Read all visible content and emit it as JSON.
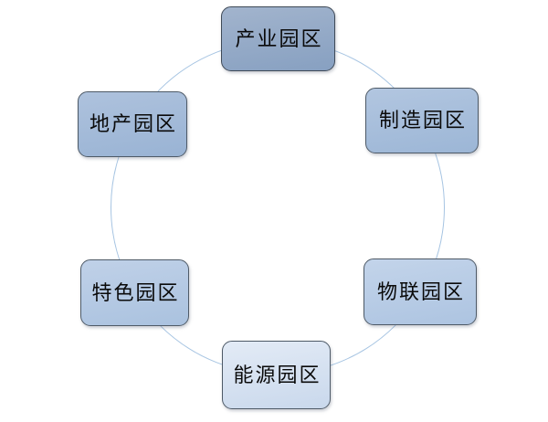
{
  "diagram": {
    "type": "cycle",
    "ring_color": "#a6c4e2",
    "nodes": [
      {
        "label": "产业园区",
        "position": "top",
        "fill_top": "#a2b4cd",
        "fill_bottom": "#87a0c1",
        "border": "#3f4a57"
      },
      {
        "label": "制造园区",
        "position": "top-right",
        "fill_top": "#b2c6e0",
        "fill_bottom": "#9cb6d6",
        "border": "#4e5a67"
      },
      {
        "label": "物联园区",
        "position": "bottom-right",
        "fill_top": "#c3d4ea",
        "fill_bottom": "#adc4e1",
        "border": "#4e5a67"
      },
      {
        "label": "能源园区",
        "position": "bottom",
        "fill_top": "#e3ebf6",
        "fill_bottom": "#c9d8ec",
        "border": "#4e5a67"
      },
      {
        "label": "特色园区",
        "position": "bottom-left",
        "fill_top": "#c0d1e8",
        "fill_bottom": "#aac2df",
        "border": "#4e5a67"
      },
      {
        "label": "地产园区",
        "position": "top-left",
        "fill_top": "#aec2dd",
        "fill_bottom": "#99b3d4",
        "border": "#4e5a67"
      }
    ]
  }
}
